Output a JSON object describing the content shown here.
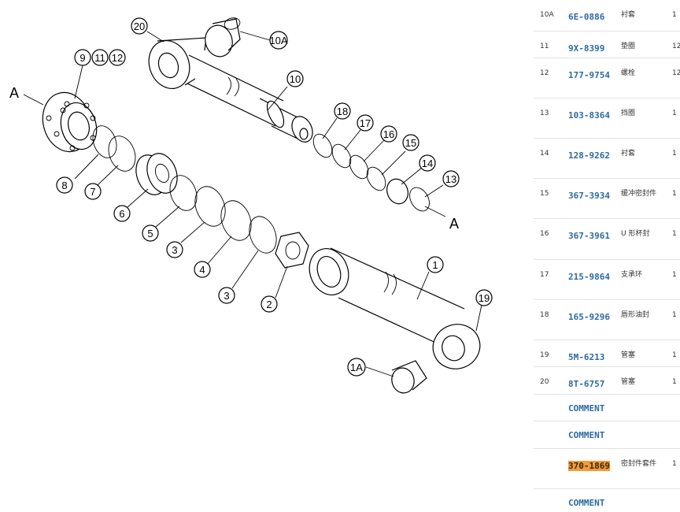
{
  "diagram": {
    "section_letters": [
      "A",
      "A"
    ],
    "callouts": [
      "20",
      "10A",
      "9",
      "11",
      "12",
      "10",
      "18",
      "17",
      "16",
      "15",
      "14",
      "13",
      "8",
      "7",
      "6",
      "5",
      "3",
      "4",
      "3",
      "2",
      "1",
      "19",
      "1A"
    ]
  },
  "parts": [
    {
      "index": "10A",
      "part_no": "6E-0886",
      "name": "衬套",
      "qty": "1"
    },
    {
      "index": "11",
      "part_no": "9X-8399",
      "name": "垫圈",
      "qty": "12"
    },
    {
      "index": "12",
      "part_no": "177-9754",
      "name": "螺栓",
      "qty": "12"
    },
    {
      "index": "13",
      "part_no": "103-8364",
      "name": "挡圈",
      "qty": "1"
    },
    {
      "index": "14",
      "part_no": "128-9262",
      "name": "衬套",
      "qty": "1"
    },
    {
      "index": "15",
      "part_no": "367-3934",
      "name": "缓冲密封件",
      "qty": "1"
    },
    {
      "index": "16",
      "part_no": "367-3961",
      "name": "U 形杯封",
      "qty": "1"
    },
    {
      "index": "17",
      "part_no": "215-9864",
      "name": "支承环",
      "qty": "1"
    },
    {
      "index": "18",
      "part_no": "165-9296",
      "name": "唇形油封",
      "qty": "1"
    },
    {
      "index": "19",
      "part_no": "5M-6213",
      "name": "管塞",
      "qty": "1"
    },
    {
      "index": "20",
      "part_no": "8T-6757",
      "name": "管塞",
      "qty": "1"
    },
    {
      "comment": "COMMENT"
    },
    {
      "comment": "COMMENT"
    },
    {
      "index": "",
      "part_no": "370-1869",
      "name": "密封件套件",
      "qty": "1",
      "highlight": true
    },
    {
      "comment": "COMMENT"
    }
  ]
}
